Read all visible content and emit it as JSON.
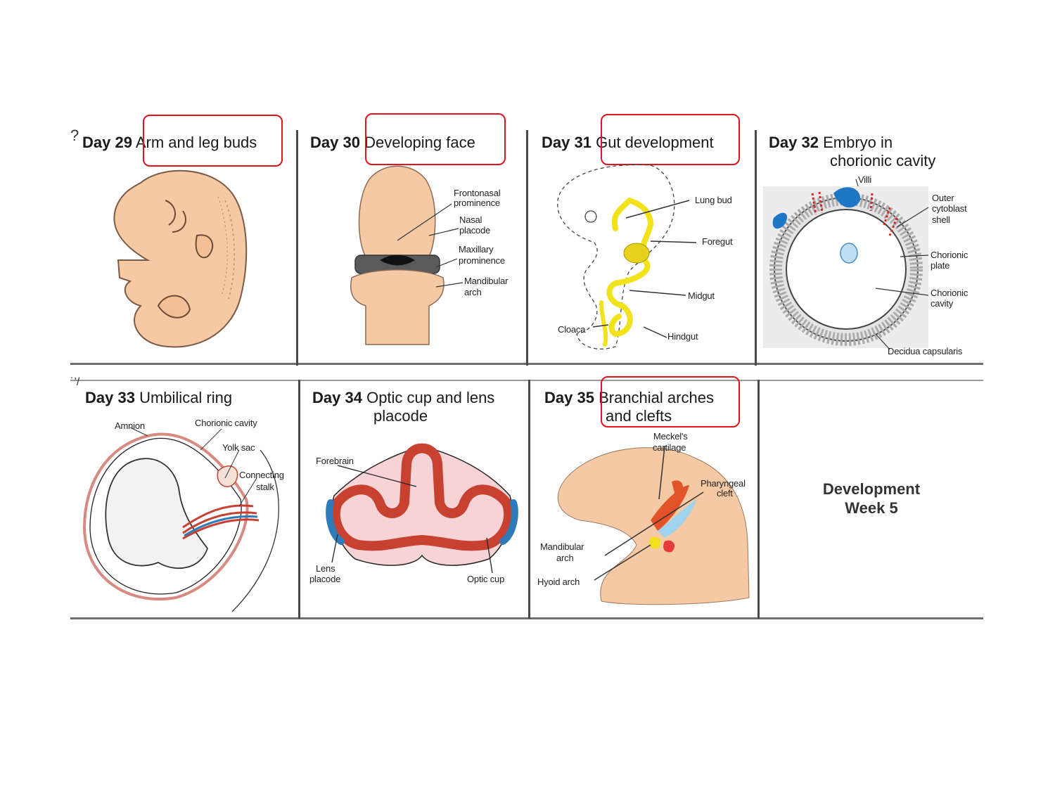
{
  "corner_marks": {
    "top": "?",
    "bottom": "˙’/"
  },
  "panels": [
    {
      "day": "Day 29",
      "title": "Arm and leg buds",
      "title2": "",
      "highlighted": true,
      "labels": []
    },
    {
      "day": "Day 30",
      "title": "Developing face",
      "title2": "",
      "highlighted": true,
      "labels": [
        "Frontonasal",
        "prominence",
        "Nasal",
        "placode",
        "Maxillary",
        "prominence",
        "Mandibular",
        "arch"
      ]
    },
    {
      "day": "Day 31",
      "title": "Gut development",
      "title2": "",
      "highlighted": true,
      "labels": [
        "Lung bud",
        "Foregut",
        "Midgut",
        "Hindgut",
        "Cloaca"
      ]
    },
    {
      "day": "Day 32",
      "title": "Embryo in",
      "title2": "chorionic cavity",
      "highlighted": false,
      "labels": [
        "Villi",
        "Outer",
        "cytoblast",
        "shell",
        "Chorionic",
        "plate",
        "Chorionic",
        "cavity",
        "Decidua capsularis"
      ]
    },
    {
      "day": "Day 33",
      "title": "Umbilical ring",
      "title2": "",
      "highlighted": false,
      "labels": [
        "Amnion",
        "Chorionic cavity",
        "Yolk sac",
        "Connecting",
        "stalk"
      ]
    },
    {
      "day": "Day 34",
      "title": "Optic cup and lens",
      "title2": "placode",
      "highlighted": false,
      "labels": [
        "Forebrain",
        "Lens",
        "placode",
        "Optic cup"
      ]
    },
    {
      "day": "Day 35",
      "title": "Branchial arches",
      "title2": "and clefts",
      "highlighted": true,
      "labels": [
        "Meckel's",
        "cartilage",
        "Pharyngeal",
        "cleft",
        "Mandibular",
        "arch",
        "Hyoid arch"
      ]
    }
  ],
  "summary": {
    "line1": "Development",
    "line2": "Week 5"
  },
  "colors": {
    "highlight": "#e0141e",
    "skin": "#f5c9a4",
    "gut": "#f2e21b",
    "artery": "#c8402f",
    "vein": "#2f7bb8"
  }
}
